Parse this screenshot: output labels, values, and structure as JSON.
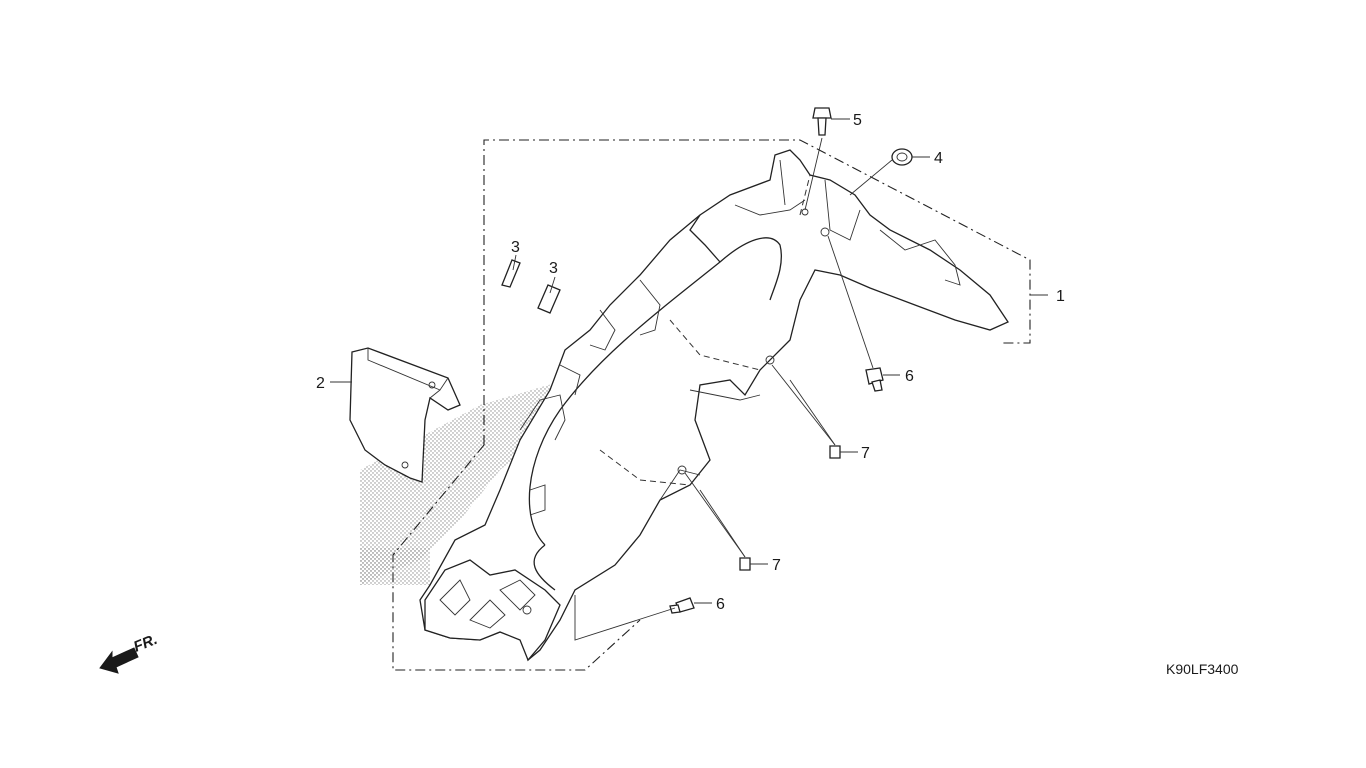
{
  "diagram": {
    "reference_code": "K90LF3400",
    "front_indicator": "FR.",
    "callouts": [
      {
        "id": "c1",
        "label": "1"
      },
      {
        "id": "c2",
        "label": "2"
      },
      {
        "id": "c3a",
        "label": "3"
      },
      {
        "id": "c3b",
        "label": "3"
      },
      {
        "id": "c4",
        "label": "4"
      },
      {
        "id": "c5",
        "label": "5"
      },
      {
        "id": "c6a",
        "label": "6"
      },
      {
        "id": "c6b",
        "label": "6"
      },
      {
        "id": "c7a",
        "label": "7"
      },
      {
        "id": "c7b",
        "label": "7"
      }
    ]
  }
}
